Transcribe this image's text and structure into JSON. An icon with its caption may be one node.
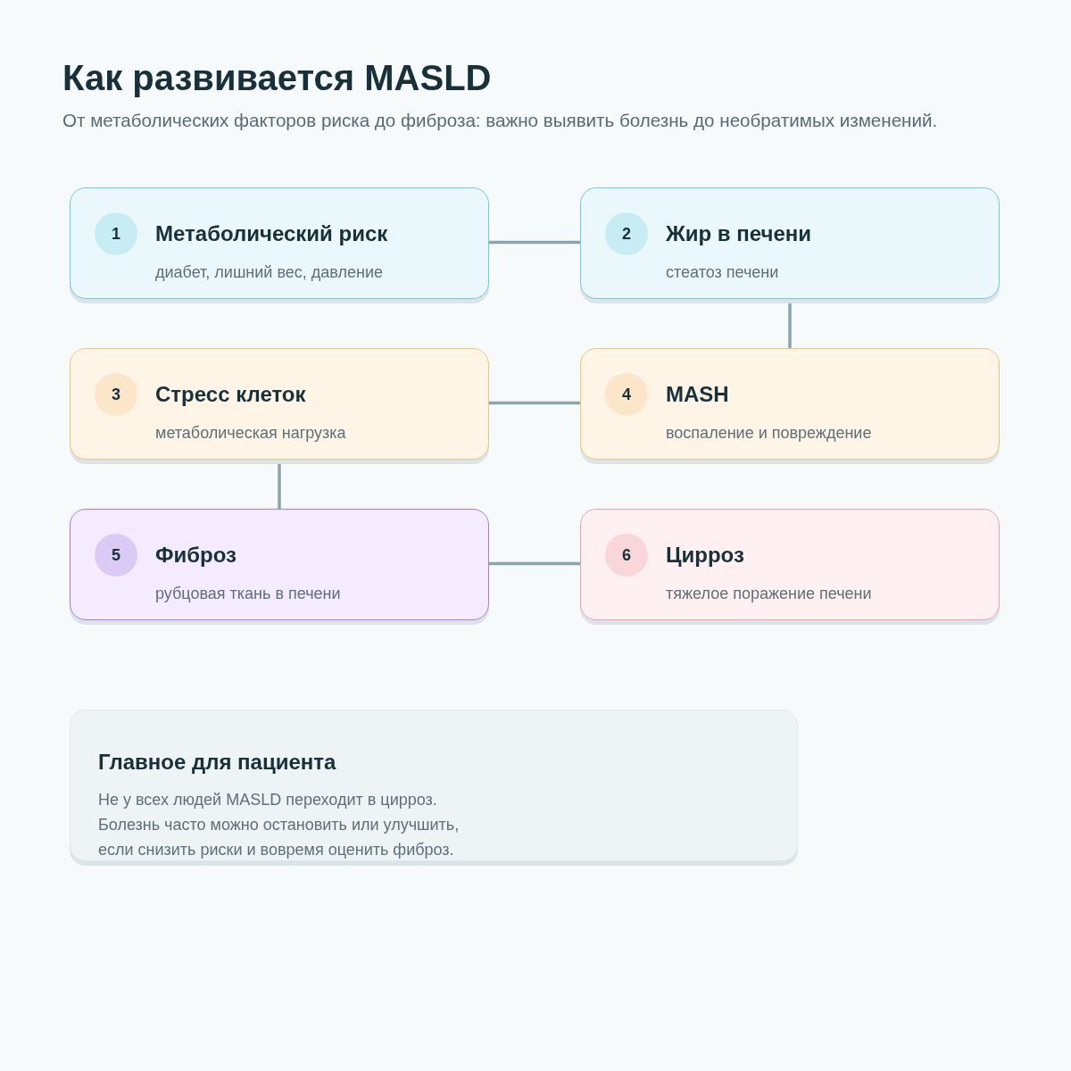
{
  "diagram": {
    "title": "Как развивается MASLD",
    "caption": "От метаболических факторов риска до фиброза: важно выявить болезнь до необратимых изменений.",
    "nodes": [
      {
        "text": [
          "Метаболический риск",
          "диабет, лишний вес, давление"
        ]
      },
      {
        "text": [
          "1"
        ],
        "in": 0
      },
      {
        "text": [
          "Жир в печени",
          "стеатоз печени"
        ]
      },
      {
        "text": [
          "2"
        ],
        "in": 2
      },
      {
        "text": [
          "Стресс клеток",
          "метаболическая нагрузка"
        ]
      },
      {
        "text": [
          "3"
        ],
        "in": 4
      },
      {
        "text": [
          "MASH",
          "воспаление и повреждение"
        ]
      },
      {
        "text": [
          "4"
        ],
        "in": 6
      },
      {
        "text": [
          "Фиброз",
          "рубцовая ткань в печени"
        ]
      },
      {
        "text": [
          "5"
        ],
        "in": 8
      },
      {
        "text": [
          "Цирроз",
          "тяжелое поражение печени"
        ]
      },
      {
        "text": [
          "6"
        ],
        "in": 10
      },
      {
        "text": [
          "Главное для пациента",
          "Не у всех людей MASLD переходит в цирроз. Болезнь часто можно остановить или улучшить, если снизить риски и вовремя оценить фиброз."
        ]
      }
    ],
    "edges": [
      {
        "from": 0,
        "to": 2,
        "arrow": "none"
      },
      {
        "from": 2,
        "to": 6,
        "arrow": "none"
      },
      {
        "from": 6,
        "to": 4,
        "arrow": "none"
      },
      {
        "from": 4,
        "to": 8,
        "arrow": "none"
      },
      {
        "from": 8,
        "to": 10,
        "arrow": "none"
      }
    ]
  }
}
